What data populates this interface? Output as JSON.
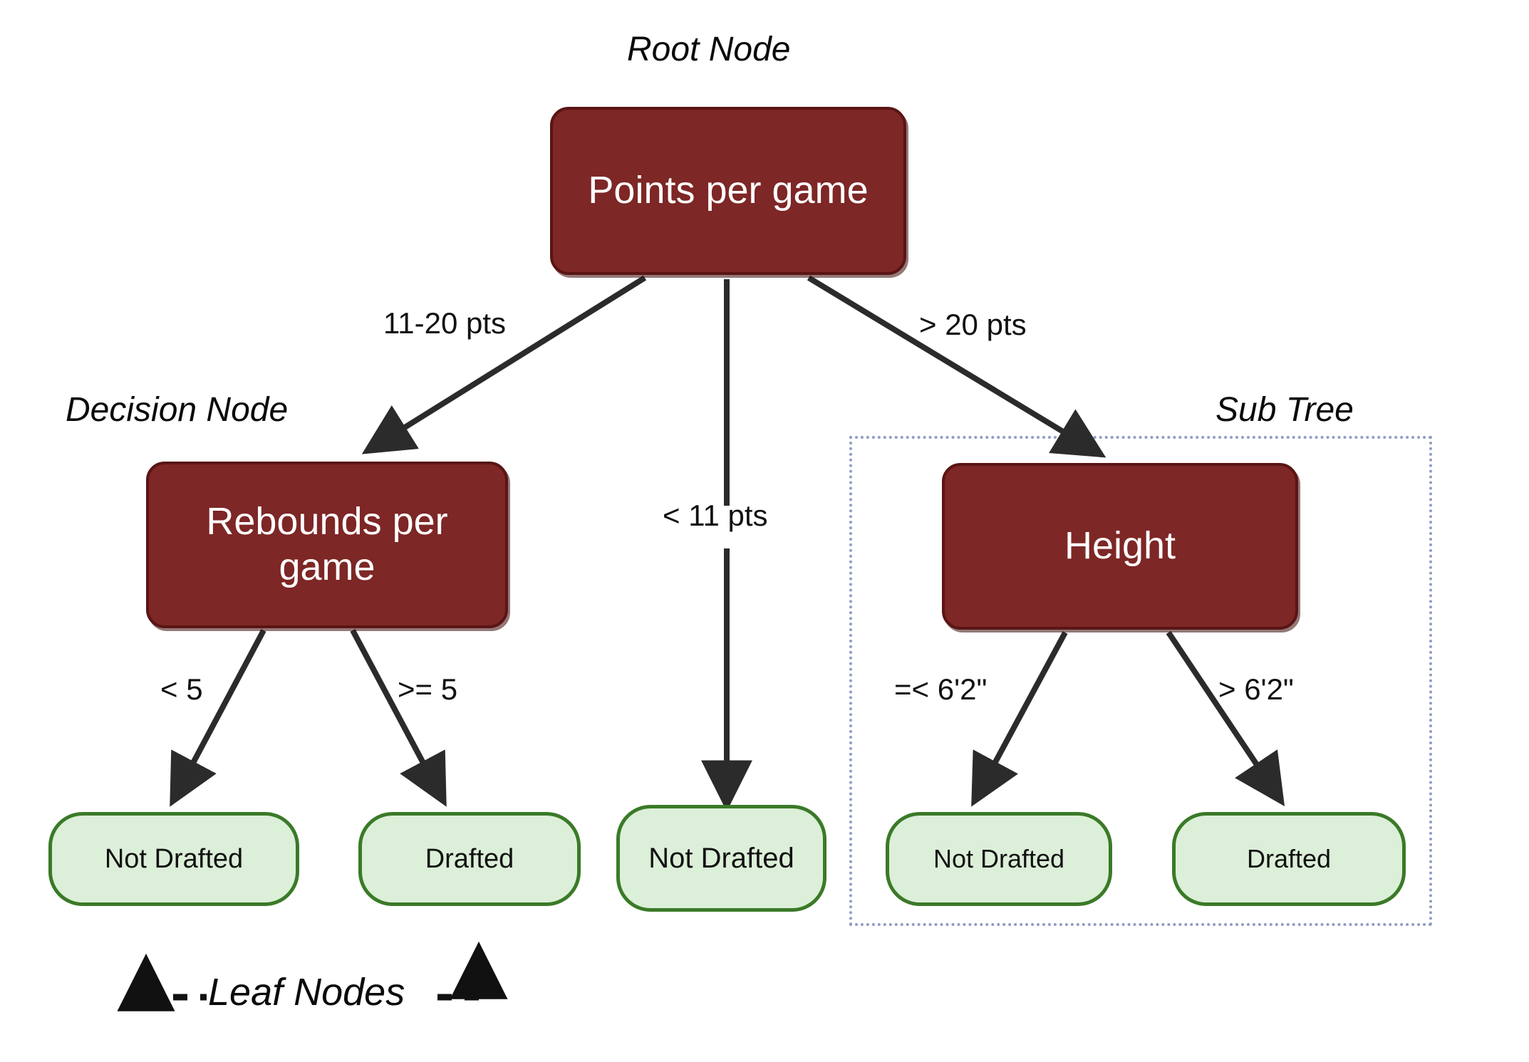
{
  "diagram": {
    "title_annotations": {
      "root": "Root Node",
      "decision": "Decision Node",
      "subtree": "Sub Tree",
      "leaf": "Leaf Nodes"
    },
    "colors": {
      "decision_fill": "#7d2726",
      "decision_border": "#5a1515",
      "decision_text": "#ffffff",
      "leaf_fill": "#dcefd8",
      "leaf_border": "#3a7a28",
      "leaf_text": "#111111",
      "edge": "#2b2b2b",
      "subtree_border": "#8f9cc4",
      "background": "#ffffff"
    },
    "decision_nodes": [
      {
        "id": "root",
        "label": "Points per game"
      },
      {
        "id": "rebounds",
        "label": "Rebounds per game"
      },
      {
        "id": "height",
        "label": "Height"
      }
    ],
    "leaf_nodes": [
      {
        "id": "leaf1",
        "label": "Not Drafted"
      },
      {
        "id": "leaf2",
        "label": "Drafted"
      },
      {
        "id": "leaf3",
        "label": "Not Drafted"
      },
      {
        "id": "leaf4",
        "label": "Not Drafted"
      },
      {
        "id": "leaf5",
        "label": "Drafted"
      }
    ],
    "edge_labels": [
      {
        "id": "e1",
        "from": "root",
        "to": "rebounds",
        "label": "11-20 pts"
      },
      {
        "id": "e2",
        "from": "root",
        "to": "leaf3",
        "label": "< 11 pts"
      },
      {
        "id": "e3",
        "from": "root",
        "to": "height",
        "label": "> 20 pts"
      },
      {
        "id": "e4",
        "from": "rebounds",
        "to": "leaf1",
        "label": "< 5"
      },
      {
        "id": "e5",
        "from": "rebounds",
        "to": "leaf2",
        "label": ">= 5"
      },
      {
        "id": "e6",
        "from": "height",
        "to": "leaf4",
        "label": "=< 6'2\""
      },
      {
        "id": "e7",
        "from": "height",
        "to": "leaf5",
        "label": "> 6'2\""
      }
    ]
  }
}
